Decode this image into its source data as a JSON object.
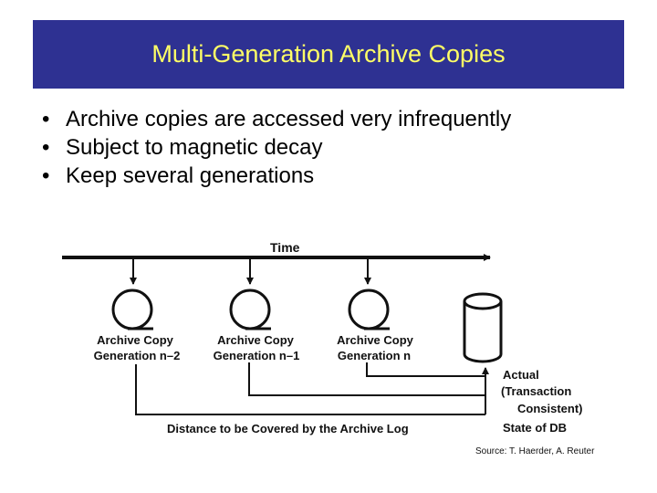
{
  "slide": {
    "title": "Multi-Generation Archive Copies",
    "bullets": [
      "Archive copies are accessed very infrequently",
      "Subject to magnetic decay",
      "Keep several generations"
    ],
    "source": "Source: T. Haerder, A. Reuter"
  },
  "diagram": {
    "time_label": "Time",
    "copies": [
      {
        "line1": "Archive Copy",
        "line2": "Generation n–2"
      },
      {
        "line1": "Archive Copy",
        "line2": "Generation n–1"
      },
      {
        "line1": "Archive Copy",
        "line2": "Generation n"
      }
    ],
    "db_state": [
      "Actual",
      "(Transaction",
      "Consistent)",
      "State of DB"
    ],
    "distance_label": "Distance to be Covered by the Archive Log"
  },
  "colors": {
    "title_bg": "#2e3192",
    "title_text": "#ffff66"
  }
}
